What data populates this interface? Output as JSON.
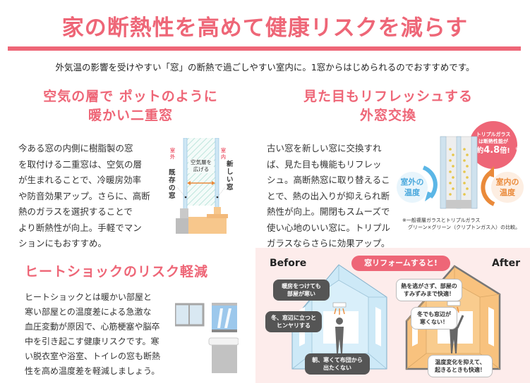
{
  "header": {
    "title": "家の断熱性を高めて健康リスクを減らす",
    "lead": "外気温の影響を受けやすい「窓」の断熱で過ごしやすい室内に。1窓からはじめられるのでおすすめです。"
  },
  "section_double_window": {
    "heading_line1": "空気の層で ポットのように",
    "heading_line2": "暖かい二重窓",
    "body": [
      "今ある窓の内側に樹脂製の窓",
      "を取付ける二重窓は、空気の層",
      "が生まれることで、冷暖房効率",
      "や防音効果アップ。さらに、高断",
      "熱のガラスを選択することで",
      "より断熱性が向上。手軽でマン",
      "ションにもおすすめ。"
    ],
    "diagram": {
      "outdoor_label": "室外",
      "indoor_label": "室内",
      "air_layer_label_1": "空気層を",
      "air_layer_label_2": "広げる",
      "existing_window": "既存の窓",
      "new_window": "新しい窓"
    }
  },
  "section_outer_window": {
    "heading_line1": "見た目もリフレッシュする",
    "heading_line2": "外窓交換",
    "body": [
      "古い窓を新しい窓に交換すれ",
      "ば、見た目も機能もリフレッ",
      "シュ。高断熱窓に取り替えるこ",
      "とで、熱の出入りが抑えられ断",
      "熱性が向上。開閉もスムーズで",
      "使い心地のいい窓に。トリプル",
      "ガラスならさらに効果アップ。"
    ],
    "diagram": {
      "callout_line1": "トリプルガラス",
      "callout_line2": "は断熱性能が",
      "callout_prefix": "約",
      "callout_value": "4.8",
      "callout_suffix": "倍!",
      "callout_mark": "※",
      "outdoor_temp_1": "室外の",
      "outdoor_temp_2": "温度",
      "indoor_temp_1": "室内の",
      "indoor_temp_2": "温度",
      "footnote_1": "※一般複層ガラスとトリプルガラス",
      "footnote_2": "グリーン×グリーン（クリプトンガス入）の比較。"
    }
  },
  "section_heat_shock": {
    "heading": "ヒートショックのリスク軽減",
    "body": [
      "ヒートショックとは暖かい部屋と",
      "寒い部屋との温度差による急激な",
      "血圧変動が原因で、心筋梗塞や脳卒",
      "中を引き起こす健康リスクです。寒",
      "い脱衣室や浴室、トイレの窓も断熱",
      "性を高め温度差を軽減しましょう。"
    ]
  },
  "before_after": {
    "before_label": "Before",
    "after_label": "After",
    "badge": "窓リフォームすると!",
    "before_bubbles": [
      [
        "暖房をつけても",
        "部屋が寒い"
      ],
      [
        "冬、窓辺に立つと",
        "ヒンヤリする"
      ],
      [
        "朝、寒くて布団から",
        "出たくない"
      ]
    ],
    "after_bubbles": [
      [
        "熱を逃がさず、部屋の",
        "すみずみまで快適！"
      ],
      [
        "冬でも窓辺が",
        "寒くない！"
      ],
      [
        "温度変化を抑えて、",
        "起きるときも快適！"
      ]
    ]
  },
  "colors": {
    "accent": "#ee6677",
    "cold_blue": "#5bb6e6",
    "warm_orange": "#ea8a3a",
    "panel_pink": "#fdeceb",
    "room_blue": "#cde9f7",
    "room_orange": "#f8c27e"
  }
}
